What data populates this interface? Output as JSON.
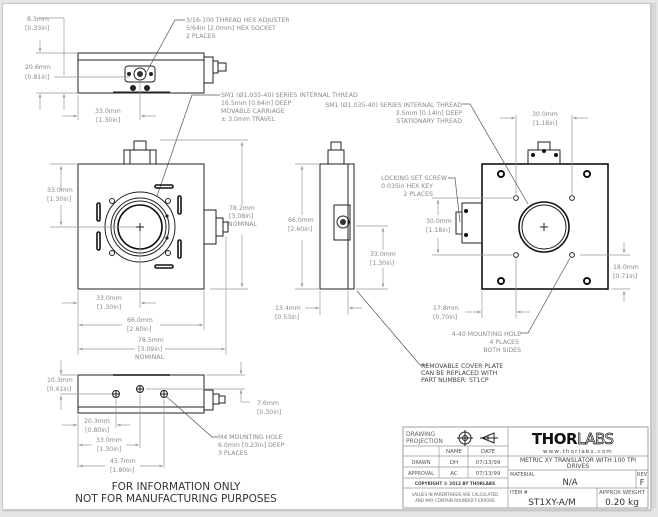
{
  "drawing": {
    "annotations": {
      "hex_adjuster": [
        "3/16-100 THREAD HEX ADJUSTER",
        "5/64in [2.0mm] HEX SOCKET",
        "2 PLACES"
      ],
      "sm1_movable": [
        "SM1 (Ø1.035-40) SERIES INTERNAL THREAD",
        "16.5mm [0.64in] DEEP",
        "MOVABLE CARRIAGE",
        "± 3.0mm TRAVEL"
      ],
      "sm1_stationary": [
        "SM1 (Ø1.035-40) SERIES INTERNAL THREAD",
        "3.5mm [0.14in] DEEP",
        "STATIONARY THREAD"
      ],
      "locking_screw": [
        "LOCKING SET SCREW",
        "0.035in HEX KEY",
        "2 PLACES"
      ],
      "mounting_440": [
        "4-40 MOUNTING HOLE",
        "4 PLACES",
        "BOTH SIDES"
      ],
      "cover_plate": [
        "REMOVABLE COVER PLATE",
        "CAN BE REPLACED WITH",
        "PART NUMBER: ST1CP"
      ],
      "m4_hole": [
        "M4 MOUNTING HOLE",
        "6.0mm [0.23in] DEEP",
        "3 PLACES"
      ]
    },
    "dimensions": {
      "top_8_3": [
        "8.3mm",
        "[0.33in]"
      ],
      "top_20_6": [
        "20.6mm",
        "[0.81in]"
      ],
      "top_33_0": [
        "33.0mm",
        "[1.30in]"
      ],
      "front_33_0_v": [
        "33.0mm",
        "[1.30in]"
      ],
      "front_78_2": [
        "78.2mm",
        "[3.08in]",
        "NOMINAL"
      ],
      "front_33_0_h": [
        "33.0mm",
        "[1.30in]"
      ],
      "front_66_0": [
        "66.0mm",
        "[2.60in]"
      ],
      "front_78_5": [
        "78.5mm",
        "[3.09in]",
        "NOMINAL"
      ],
      "side_66_0": [
        "66.0mm",
        "[2.60in]"
      ],
      "side_33_0": [
        "33.0mm",
        "[1.30in]"
      ],
      "side_13_4": [
        "13.4mm",
        "[0.53in]"
      ],
      "rear_30_0_top": [
        "30.0mm",
        "[1.18in]"
      ],
      "rear_30_0_side": [
        "30.0mm",
        "[1.18in]"
      ],
      "rear_17_8": [
        "17.8mm",
        "[0.70in]"
      ],
      "rear_18_0": [
        "18.0mm",
        "[0.71in]"
      ],
      "bottom_10_3": [
        "10.3mm",
        "[0.41in]"
      ],
      "bottom_7_6": [
        "7.6mm",
        "[0.30in]"
      ],
      "bottom_20_3": [
        "20.3mm",
        "[0.80in]"
      ],
      "bottom_33_0": [
        "33.0mm",
        "[1.30in]"
      ],
      "bottom_45_7": [
        "45.7mm",
        "[1.80in]"
      ]
    },
    "disclaimer": [
      "FOR INFORMATION ONLY",
      "NOT FOR MANUFACTURING PURPOSES"
    ]
  },
  "title_block": {
    "projection_label": [
      "DRAWING",
      "PROJECTION"
    ],
    "col_name": "NAME",
    "col_date": "DATE",
    "drawn_label": "DRAWN",
    "drawn_name": "DH",
    "drawn_date": "07/13/99",
    "approval_label": "APPROVAL",
    "approval_name": "AC",
    "approval_date": "07/13/99",
    "copyright": "COPYRIGHT © 2012 BY THORLABS",
    "values_note": [
      "VALUES IN PARENTHESIS ARE CALCULATED",
      "AND MAY CONTAIN ROUNDOFF ERRORS"
    ],
    "logo_bold": "THOR",
    "logo_outline": "LABS",
    "website": "www.thorlabs.com",
    "description": [
      "METRIC XY TRANSLATOR WITH 100 TPI",
      "DRIVES"
    ],
    "material_label": "MATERIAL",
    "material_value": "N/A",
    "rev_label": "REV",
    "rev_value": "F",
    "item_label": "ITEM #",
    "item_value": "ST1XY-A/M",
    "weight_label": "APPROX WEIGHT",
    "weight_value": "0.20 kg"
  }
}
